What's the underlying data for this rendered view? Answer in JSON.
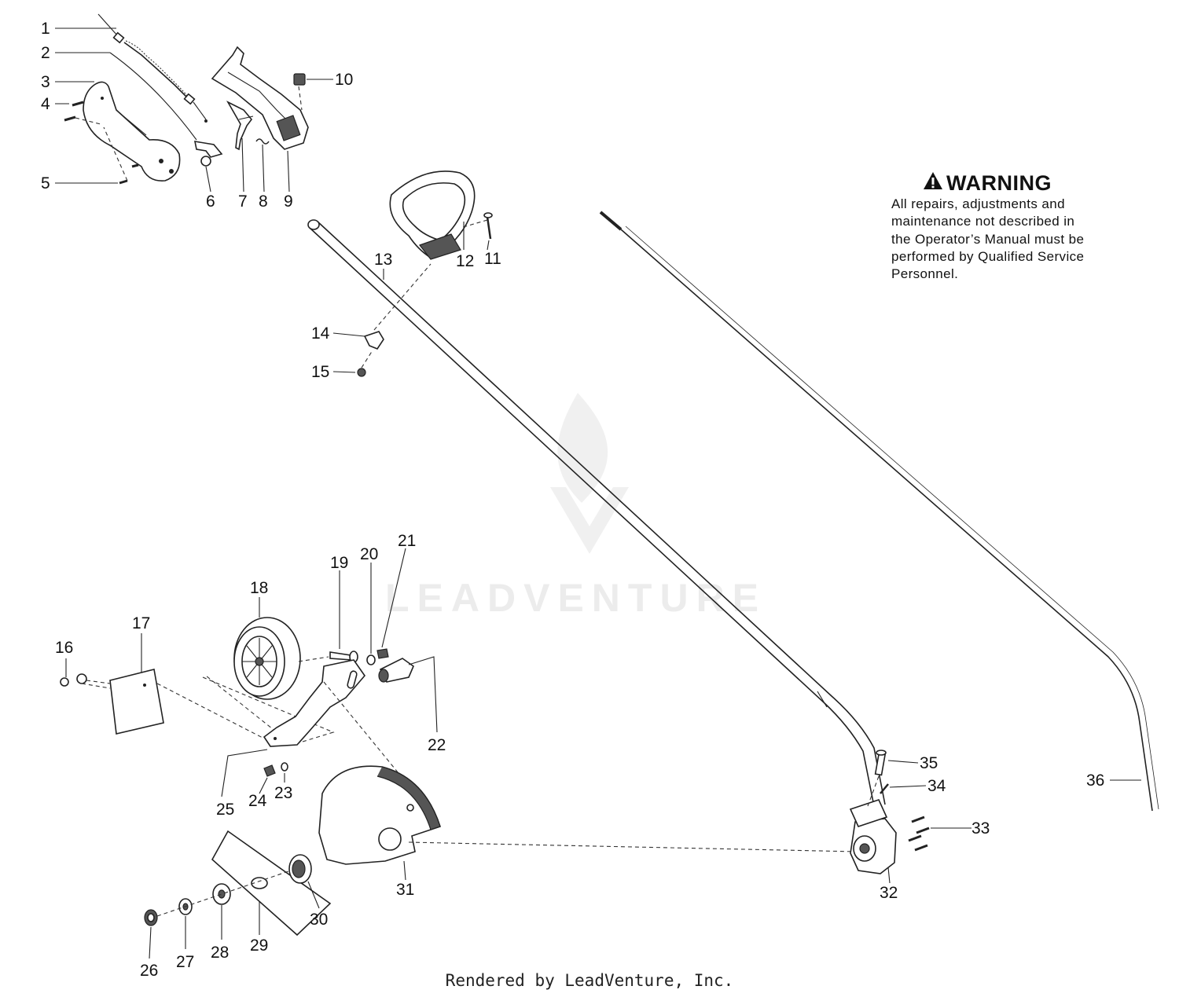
{
  "warning": {
    "title": "WARNING",
    "lines": [
      "All repairs, adjustments and",
      "maintenance not described in",
      "the Operator’s Manual must be",
      "performed by Qualified Service",
      "Personnel."
    ]
  },
  "watermark": "LEADVENTURE",
  "footer": "Rendered by LeadVenture, Inc.",
  "callouts": [
    "1",
    "2",
    "3",
    "4",
    "5",
    "6",
    "7",
    "8",
    "9",
    "10",
    "11",
    "12",
    "13",
    "14",
    "15",
    "16",
    "17",
    "18",
    "19",
    "20",
    "21",
    "22",
    "23",
    "24",
    "25",
    "26",
    "27",
    "28",
    "29",
    "30",
    "31",
    "32",
    "33",
    "34",
    "35",
    "36"
  ]
}
